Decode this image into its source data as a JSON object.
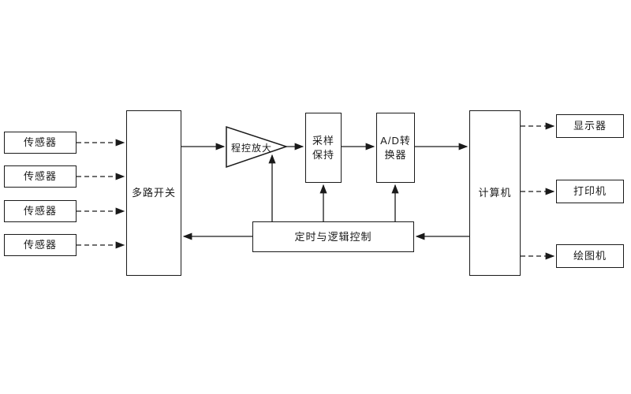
{
  "diagram": {
    "title": "data-acquisition-system-block-diagram",
    "colors": {
      "line": "#1a1a1a",
      "box_fill": "#ffffff",
      "background": "#ffffff"
    },
    "sensors": [
      {
        "label": "传感器"
      },
      {
        "label": "传感器"
      },
      {
        "label": "传感器"
      },
      {
        "label": "传感器"
      }
    ],
    "multiplexer": {
      "label": "多路开关"
    },
    "amplifier": {
      "label": "程控放大"
    },
    "sample_hold": {
      "line1": "采样",
      "line2": "保持"
    },
    "adc": {
      "line1": "A/D转",
      "line2": "换器"
    },
    "computer": {
      "label": "计算机"
    },
    "timing_control": {
      "label": "定时与逻辑控制"
    },
    "outputs": [
      {
        "label": "显示器"
      },
      {
        "label": "打印机"
      },
      {
        "label": "绘图机"
      }
    ]
  }
}
